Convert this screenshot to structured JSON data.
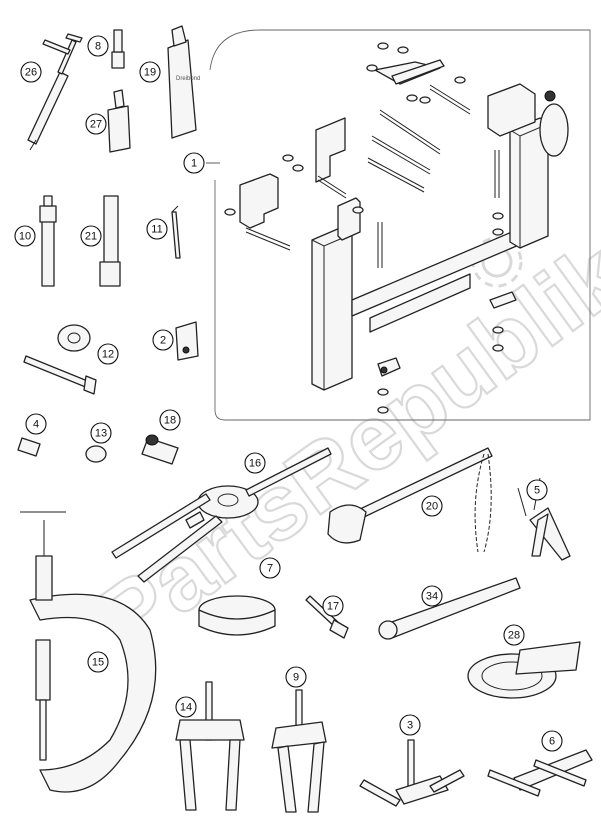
{
  "watermark": "PartsRepublik",
  "callouts": [
    {
      "id": "c26",
      "label": "26"
    },
    {
      "id": "c8",
      "label": "8"
    },
    {
      "id": "c19",
      "label": "19"
    },
    {
      "id": "c27",
      "label": "27"
    },
    {
      "id": "c1",
      "label": "1"
    },
    {
      "id": "c10",
      "label": "10"
    },
    {
      "id": "c21",
      "label": "21"
    },
    {
      "id": "c11",
      "label": "11"
    },
    {
      "id": "c2",
      "label": "2"
    },
    {
      "id": "c12",
      "label": "12"
    },
    {
      "id": "c4",
      "label": "4"
    },
    {
      "id": "c13",
      "label": "13"
    },
    {
      "id": "c18",
      "label": "18"
    },
    {
      "id": "c16",
      "label": "16"
    },
    {
      "id": "c20",
      "label": "20"
    },
    {
      "id": "c5",
      "label": "5"
    },
    {
      "id": "c7",
      "label": "7"
    },
    {
      "id": "c17",
      "label": "17"
    },
    {
      "id": "c34",
      "label": "34"
    },
    {
      "id": "c28",
      "label": "28"
    },
    {
      "id": "c15",
      "label": "15"
    },
    {
      "id": "c14",
      "label": "14"
    },
    {
      "id": "c9",
      "label": "9"
    },
    {
      "id": "c3",
      "label": "3"
    },
    {
      "id": "c6",
      "label": "6"
    }
  ]
}
